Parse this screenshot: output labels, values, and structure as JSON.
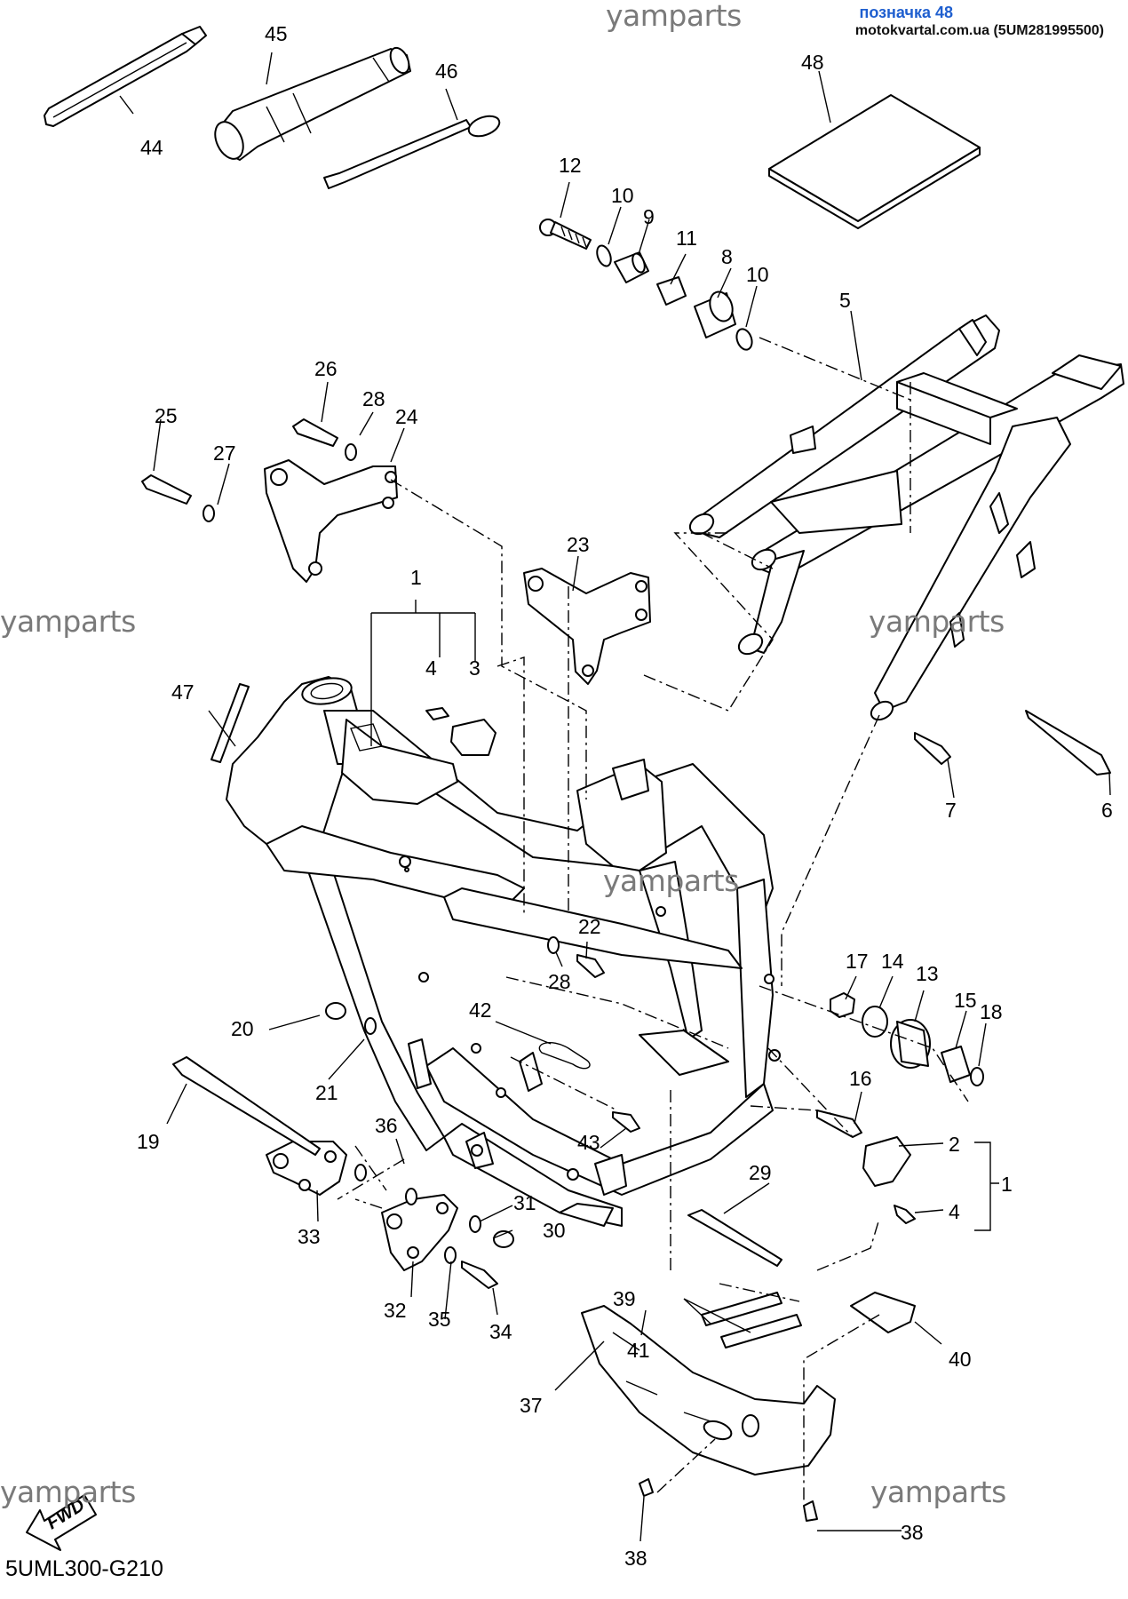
{
  "header": {
    "tag": "позначка 48",
    "site": "motokvartal.com.ua (5UM281995500)"
  },
  "watermark": {
    "text": "yamparts"
  },
  "diagram": {
    "code": "5UML300-G210",
    "fwd_label": "FWD",
    "callouts": {
      "c1a": "1",
      "c1b": "1",
      "c2": "2",
      "c3": "3",
      "c4a": "4",
      "c4b": "4",
      "c5": "5",
      "c6": "6",
      "c7": "7",
      "c8": "8",
      "c9": "9",
      "c10a": "10",
      "c10b": "10",
      "c11": "11",
      "c12": "12",
      "c13": "13",
      "c14": "14",
      "c15": "15",
      "c16": "16",
      "c17": "17",
      "c18": "18",
      "c19": "19",
      "c20": "20",
      "c21": "21",
      "c22": "22",
      "c23": "23",
      "c24": "24",
      "c25": "25",
      "c26": "26",
      "c27": "27",
      "c28a": "28",
      "c28b": "28",
      "c29": "29",
      "c30": "30",
      "c31": "31",
      "c32": "32",
      "c33": "33",
      "c34": "34",
      "c35": "35",
      "c36": "36",
      "c37": "37",
      "c38a": "38",
      "c38b": "38",
      "c39": "39",
      "c40": "40",
      "c41": "41",
      "c42": "42",
      "c43": "43",
      "c44": "44",
      "c45": "45",
      "c46": "46",
      "c47": "47",
      "c48": "48"
    }
  }
}
